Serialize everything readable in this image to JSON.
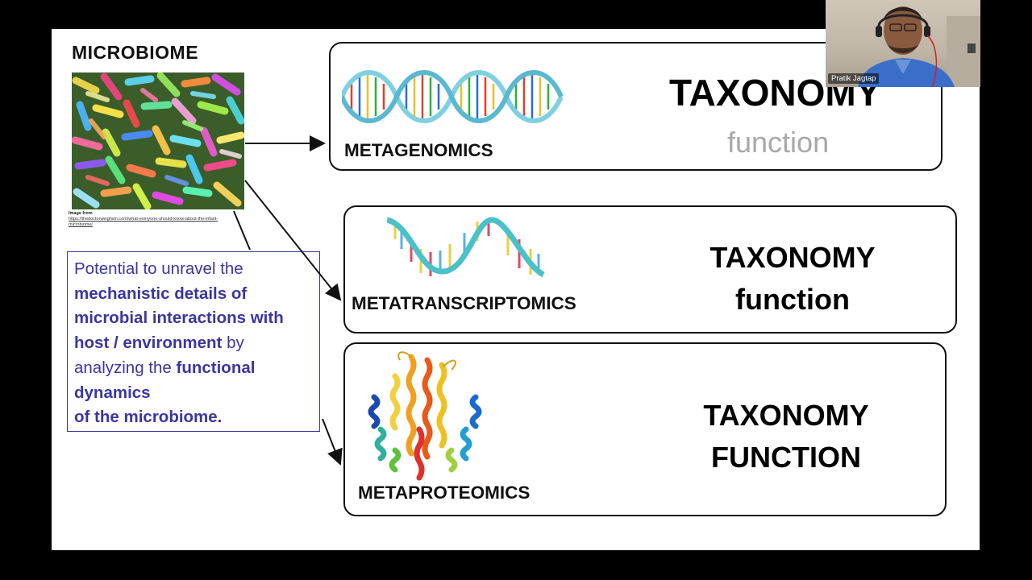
{
  "slide": {
    "microbiome_title": "MICROBIOME",
    "image_credit": {
      "line1": "Image from",
      "source": "https://thedoctorweighsin.com/what-everyone-should-know-about-the-infant-microbiome/"
    },
    "info_box": {
      "p1": "Potential to unravel the ",
      "p2": "mechanistic details of microbial interactions  with host / environment",
      "p3": " by analyzing the  ",
      "p4": "functional dynamics",
      "p5": "of the microbiome."
    },
    "panels": [
      {
        "label": "METAGENOMICS",
        "line1": "TAXONOMY",
        "line2": "function"
      },
      {
        "label": "METATRANSCRIPTOMICS",
        "line1": "TAXONOMY",
        "line2": "function"
      },
      {
        "label": "METAPROTEOMICS",
        "line1": "TAXONOMY",
        "line2": "FUNCTION"
      }
    ]
  },
  "webcam": {
    "participant_name": "Pratik Jagtap"
  },
  "colors": {
    "info_text": "#3a36a0",
    "faded_function": "#a8a8a8",
    "background": "#000000",
    "slide": "#ffffff"
  },
  "icons": [
    "dna-double-helix-icon",
    "rna-strand-icon",
    "protein-structure-icon",
    "bacteria-image",
    "webcam-video"
  ]
}
